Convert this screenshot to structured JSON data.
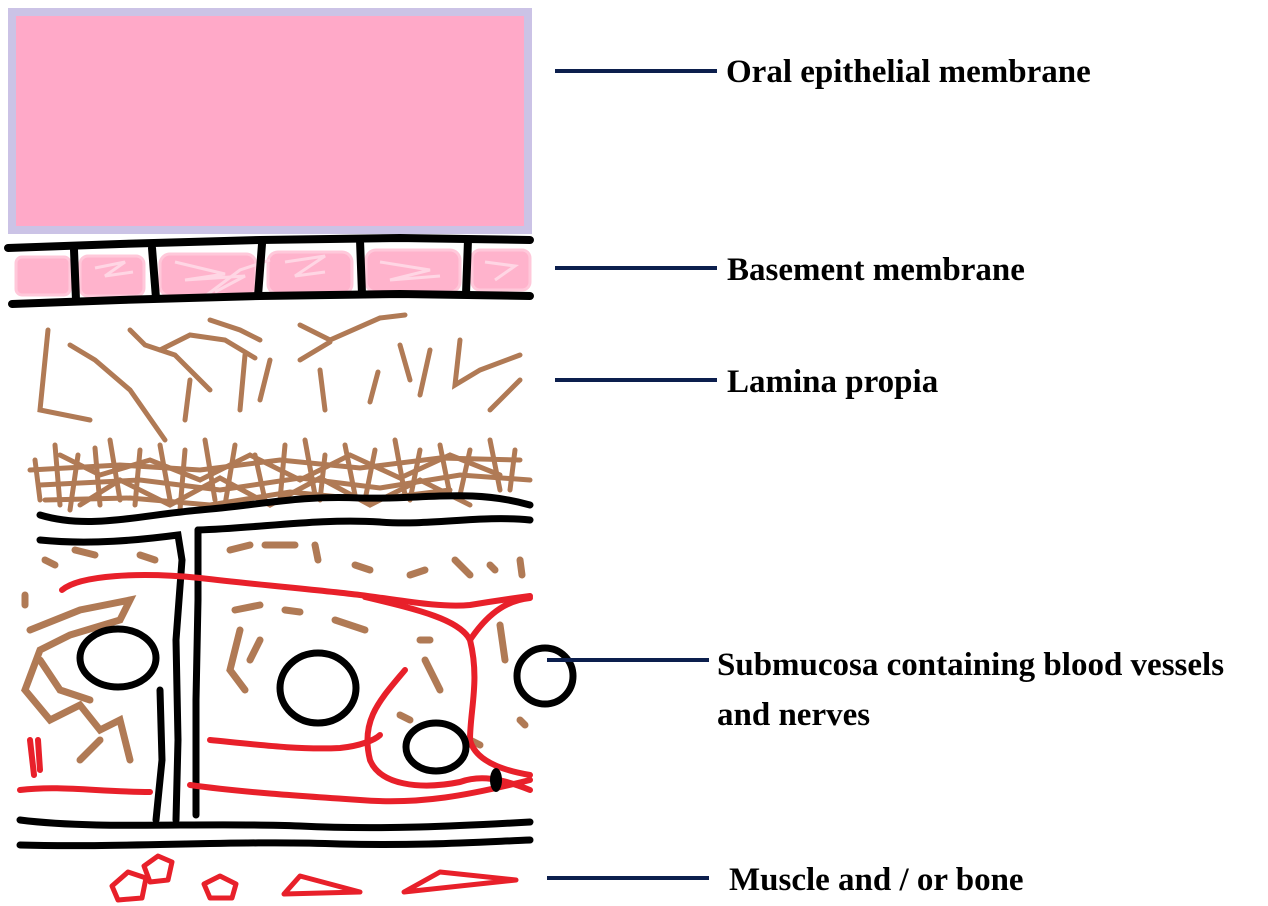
{
  "colors": {
    "epithelium_fill": "#ffa9c8",
    "epithelium_border": "#cbc3e6",
    "basement_cells": "#ffb3cc",
    "outline": "#000000",
    "connective_fibers": "#b07a55",
    "blood_vessels": "#e8202a",
    "leader_lines": "#0c1f4d"
  },
  "labels": {
    "oral_epithelial": "Oral epithelial membrane",
    "basement": "Basement membrane",
    "lamina": "Lamina propia",
    "submucosa": "Submucosa containing  blood vessels and nerves",
    "muscle": "Muscle and / or bone"
  }
}
